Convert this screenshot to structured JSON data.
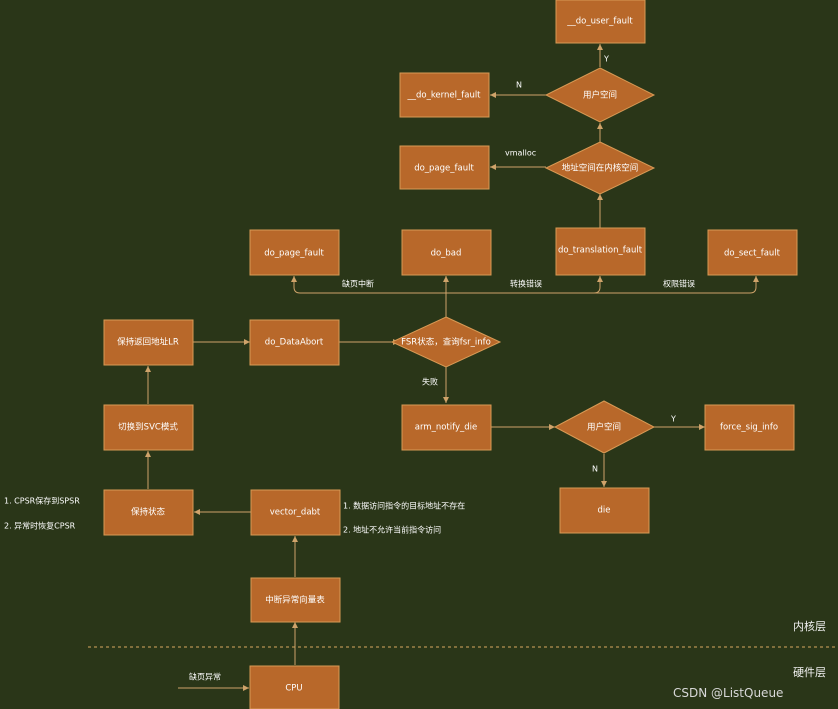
{
  "nodes": {
    "do_user_fault": "__do_user_fault",
    "user_space_top": "用户空间",
    "do_kernel_fault": "__do_kernel_fault",
    "kernel_space_check": "地址空间在内核空间",
    "do_page_fault_top": "do_page_fault",
    "do_page_fault_mid": "do_page_fault",
    "do_bad": "do_bad",
    "do_translation_fault": "do_translation_fault",
    "do_sect_fault": "do_sect_fault",
    "save_lr": "保持返回地址LR",
    "do_dataabort": "do_DataAbort",
    "fsr_check": "FSR状态，查询fsr_info",
    "switch_svc": "切换到SVC模式",
    "arm_notify_die": "arm_notify_die",
    "user_space_bottom": "用户空间",
    "force_sig_info": "force_sig_info",
    "die": "die",
    "save_state": "保持状态",
    "vector_dabt": "vector_dabt",
    "irq_vector_table": "中断异常向量表",
    "cpu": "CPU"
  },
  "edge_labels": {
    "y_top": "Y",
    "n_top": "N",
    "vmalloc": "vmalloc",
    "page_fault_irq": "缺页中断",
    "translation_error": "转换错误",
    "permission_error": "权限错误",
    "fail": "失败",
    "y_bottom": "Y",
    "n_bottom": "N",
    "page_fault_exception": "缺页异常"
  },
  "notes": {
    "cpsr_save": "1. CPSR保存到SPSR",
    "cpsr_restore": "2. 异常时恢复CPSR",
    "dabt_reason1": "1. 数据访问指令的目标地址不存在",
    "dabt_reason2": "2. 地址不允许当前指令访问"
  },
  "layers": {
    "kernel": "内核层",
    "hardware": "硬件层"
  },
  "watermark": "CSDN @ListQueue",
  "colors": {
    "background": "#2a3618",
    "node_fill": "#b8682a",
    "edge": "#cfa36a"
  }
}
